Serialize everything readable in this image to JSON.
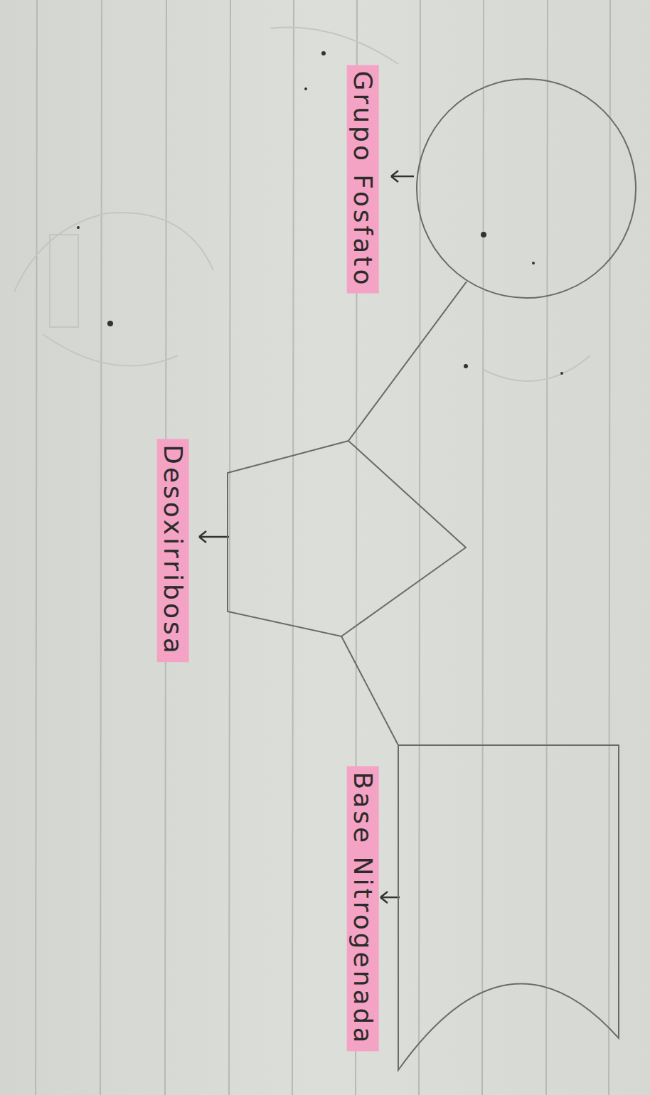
{
  "diagram": {
    "nodes": [
      {
        "text": [
          "Grupo Fosfato"
        ]
      },
      {
        "text": [
          "Desoxirribosa"
        ]
      },
      {
        "text": [
          "Base Nitrogenada"
        ]
      }
    ],
    "edges": [
      {
        "from": 0,
        "to": 1,
        "arrow": "none"
      },
      {
        "from": 1,
        "to": 2,
        "arrow": "none"
      }
    ]
  }
}
